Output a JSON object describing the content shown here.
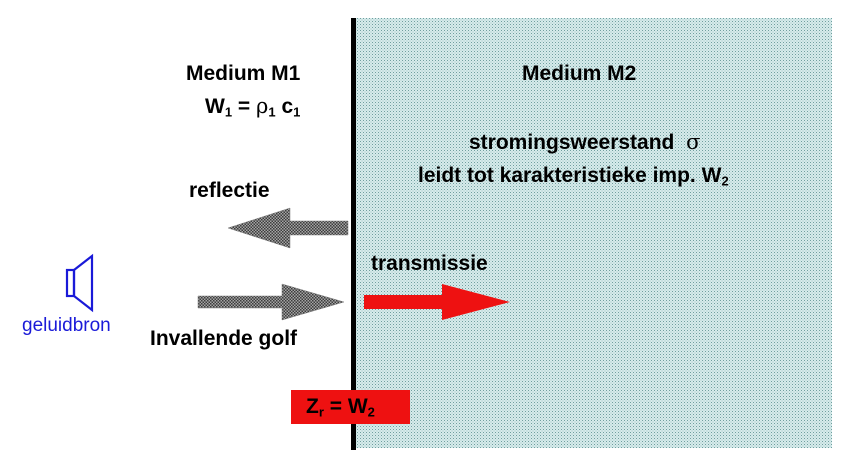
{
  "medium1": {
    "title": "Medium M1",
    "W_sym": "W",
    "W_sub": "1",
    "eq": " = ",
    "rho": "ρ",
    "rho_sub": "1",
    "c": " c",
    "c_sub": "1"
  },
  "medium2": {
    "title": "Medium M2",
    "line1": "stromingsweerstand",
    "sigma": "σ",
    "line2": "leidt tot karakteristieke imp. W",
    "line2_sub": "2"
  },
  "labels": {
    "reflectie": "reflectie",
    "transmissie": "transmissie",
    "invallend": "Invallende golf",
    "source": "geluidbron"
  },
  "impedance": {
    "Z": "Z",
    "Z_sub": "r",
    "eq": " = W",
    "W_sub": "2"
  },
  "colors": {
    "medium2_fill": "#cfe6e6",
    "boundary": "#000000",
    "arrow_gray": "#8c8c8c",
    "arrow_red": "#ee1111",
    "source_blue": "#1a1ad8",
    "impedance_box": "#ee1111"
  }
}
